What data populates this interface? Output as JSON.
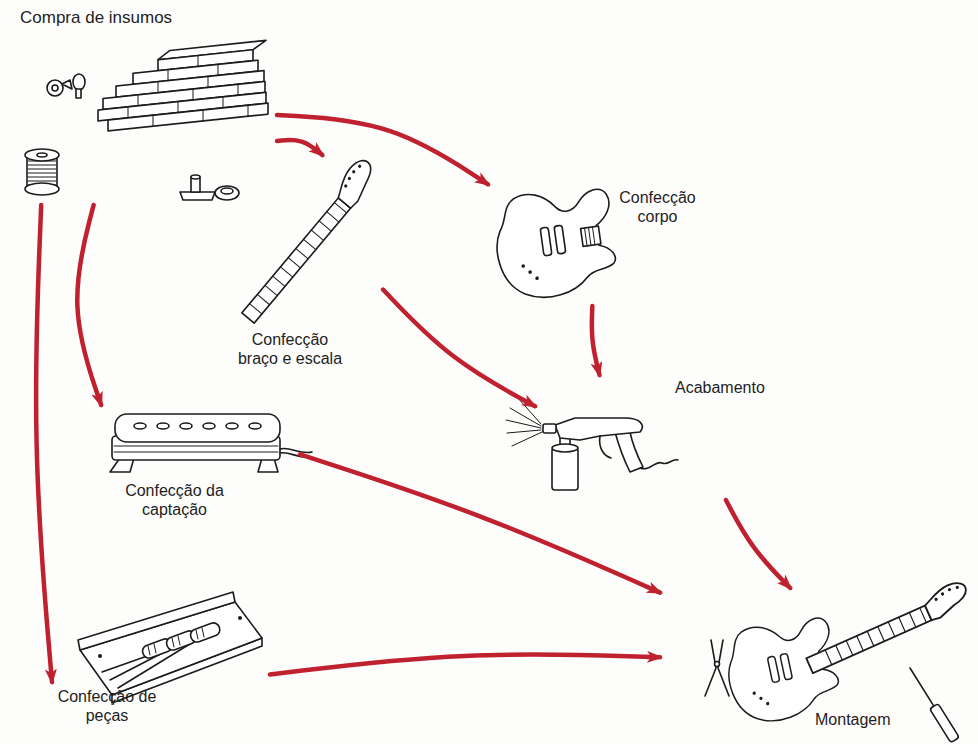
{
  "diagram": {
    "nodes": [
      {
        "text": [
          "Compra de insumos"
        ]
      },
      {
        "text": [
          "Confecção corpo"
        ]
      },
      {
        "text": [
          "Confecção braço e escala"
        ]
      },
      {
        "text": [
          "Acabamento"
        ]
      },
      {
        "text": [
          "Confecção da captação"
        ]
      },
      {
        "text": [
          "Confecção de peças"
        ]
      },
      {
        "text": [
          "Montagem"
        ]
      }
    ],
    "edges": [
      {
        "from": 0,
        "to": 1,
        "arrow": "to"
      },
      {
        "from": 0,
        "to": 2,
        "arrow": "to"
      },
      {
        "from": 0,
        "to": 4,
        "arrow": "to"
      },
      {
        "from": 0,
        "to": 5,
        "arrow": "to"
      },
      {
        "from": 1,
        "to": 3,
        "arrow": "to"
      },
      {
        "from": 2,
        "to": 3,
        "arrow": "to"
      },
      {
        "from": 4,
        "to": 6,
        "arrow": "to"
      },
      {
        "from": 5,
        "to": 6,
        "arrow": "to"
      },
      {
        "from": 3,
        "to": 6,
        "arrow": "to"
      }
    ]
  }
}
